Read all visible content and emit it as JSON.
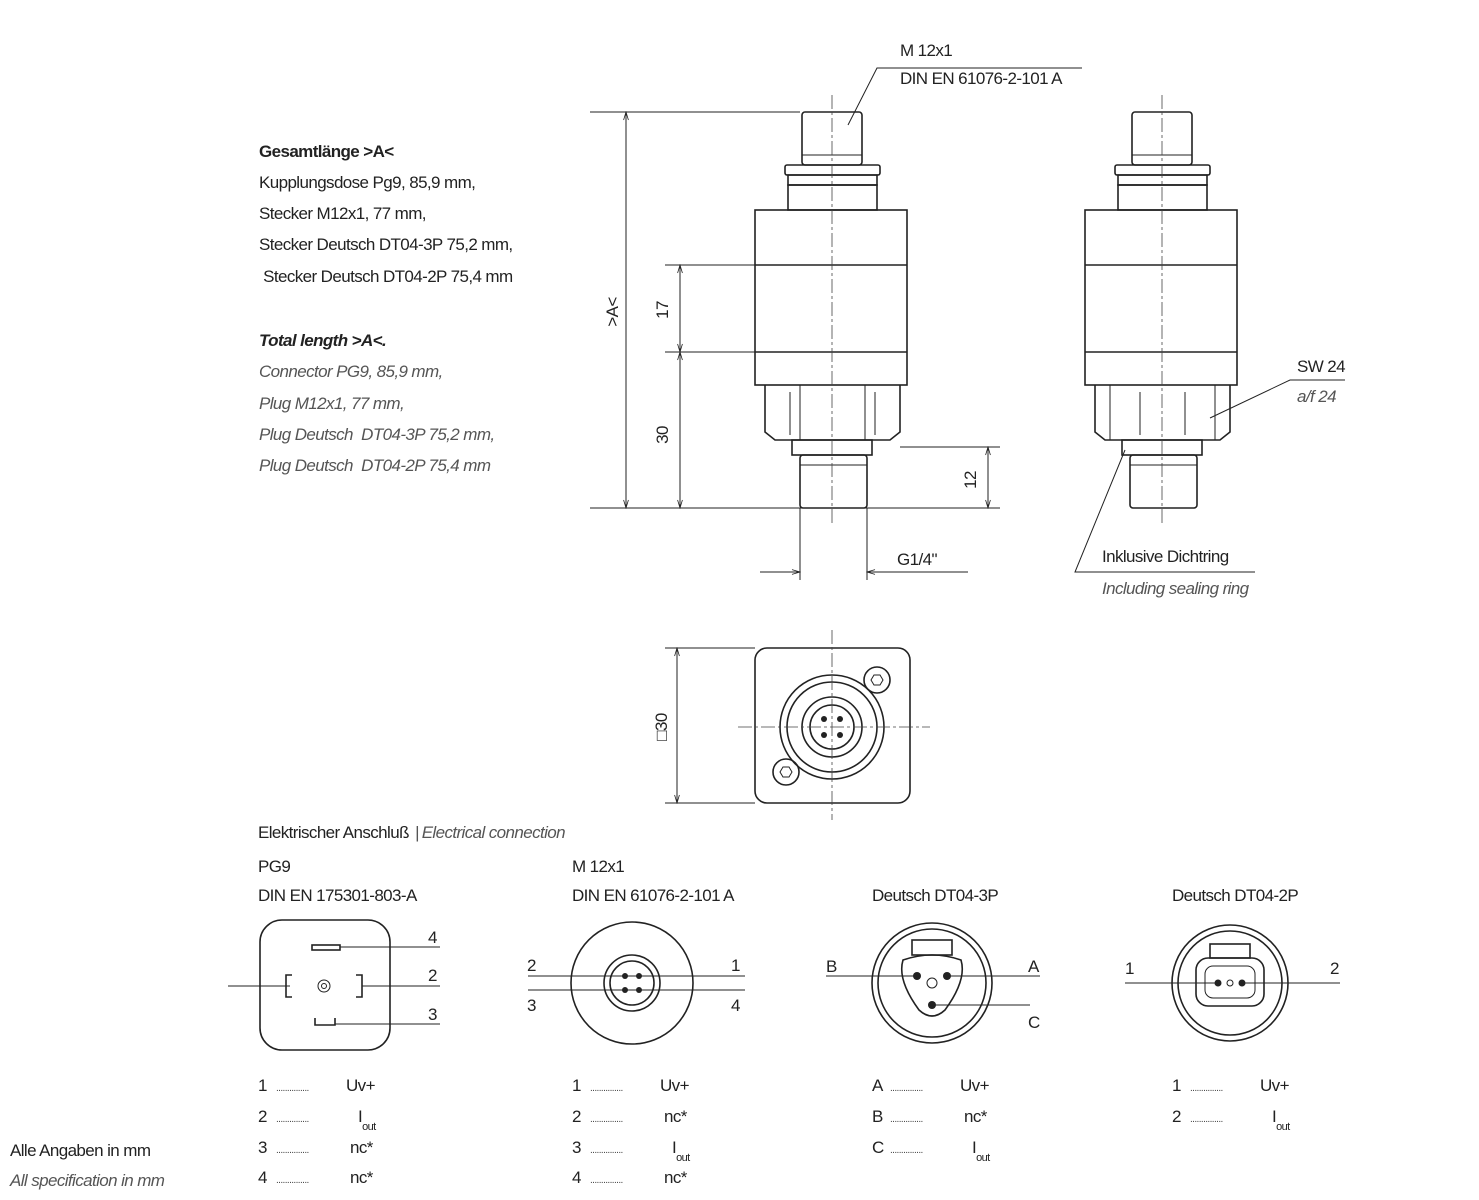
{
  "top_label": {
    "thread": "M 12x1",
    "standard": "DIN EN 61076-2-101 A"
  },
  "length_note_de": {
    "title": "Gesamtlänge >A<",
    "lines": [
      "Kupplungsdose Pg9, 85,9 mm,",
      "Stecker M12x1, 77 mm,",
      "Stecker Deutsch DT04-3P 75,2 mm,",
      " Stecker Deutsch DT04-2P 75,4 mm"
    ]
  },
  "length_note_en": {
    "title": "Total length >A<.",
    "lines": [
      "Connector PG9, 85,9 mm,",
      "Plug M12x1, 77 mm,",
      "Plug Deutsch  DT04-3P 75,2 mm,",
      "Plug Deutsch  DT04-2P 75,4 mm"
    ]
  },
  "dimensions": {
    "A": ">A<",
    "d17": "17",
    "d30": "30",
    "d12": "12",
    "thread": "G1/4\"",
    "square": "□30"
  },
  "wrench": {
    "de": "SW 24",
    "en": "a/f 24"
  },
  "seal": {
    "de": "Inklusive Dichtring",
    "en": "Including sealing ring"
  },
  "electrical": {
    "de": "Elektrischer Anschluß",
    "sep": "|",
    "en": "Electrical connection"
  },
  "connectors": [
    {
      "name": "PG9",
      "standard": "DIN EN 175301-803-A",
      "pin_labels": [
        "4",
        "2",
        "3"
      ],
      "pins": [
        {
          "pin": "1",
          "dots": "...............",
          "signal": "Uv+",
          "sub": ""
        },
        {
          "pin": "2",
          "dots": "...............",
          "signal": "I",
          "sub": "out"
        },
        {
          "pin": "3",
          "dots": "...............",
          "signal": "nc*",
          "sub": ""
        },
        {
          "pin": "4",
          "dots": "...............",
          "signal": "nc*",
          "sub": ""
        }
      ]
    },
    {
      "name": "M 12x1",
      "standard": "DIN EN 61076-2-101 A",
      "pin_labels": [
        "2",
        "1",
        "3",
        "4"
      ],
      "pins": [
        {
          "pin": "1",
          "dots": "...............",
          "signal": "Uv+",
          "sub": ""
        },
        {
          "pin": "2",
          "dots": "...............",
          "signal": "nc*",
          "sub": ""
        },
        {
          "pin": "3",
          "dots": "...............",
          "signal": "I",
          "sub": "out"
        },
        {
          "pin": "4",
          "dots": "...............",
          "signal": "nc*",
          "sub": ""
        }
      ]
    },
    {
      "name": "Deutsch DT04-3P",
      "pin_labels": [
        "B",
        "A",
        "C"
      ],
      "pins": [
        {
          "pin": "A",
          "dots": "...............",
          "signal": "Uv+",
          "sub": ""
        },
        {
          "pin": "B",
          "dots": "...............",
          "signal": "nc*",
          "sub": ""
        },
        {
          "pin": "C",
          "dots": "...............",
          "signal": "I",
          "sub": "out"
        }
      ]
    },
    {
      "name": "Deutsch DT04-2P",
      "pin_labels": [
        "1",
        "2"
      ],
      "pins": [
        {
          "pin": "1",
          "dots": "...............",
          "signal": "Uv+",
          "sub": ""
        },
        {
          "pin": "2",
          "dots": "...............",
          "signal": "I",
          "sub": "out"
        }
      ]
    }
  ],
  "footer": {
    "de": "Alle Angaben in mm",
    "en": "All specification in mm"
  }
}
